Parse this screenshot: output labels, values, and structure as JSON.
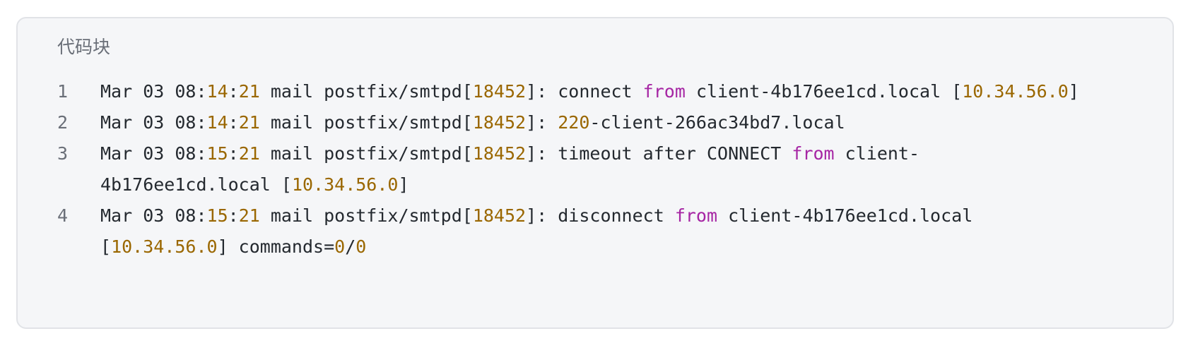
{
  "code_block": {
    "title": "代码块",
    "lines": [
      {
        "number": "1",
        "tokens": [
          {
            "t": "Mar 03 08:",
            "k": "plain"
          },
          {
            "t": "14",
            "k": "num"
          },
          {
            "t": ":",
            "k": "plain"
          },
          {
            "t": "21",
            "k": "num"
          },
          {
            "t": " mail postfix/smtpd[",
            "k": "plain"
          },
          {
            "t": "18452",
            "k": "num"
          },
          {
            "t": "]: connect ",
            "k": "plain"
          },
          {
            "t": "from",
            "k": "kw"
          },
          {
            "t": " client-4b176ee1cd.local [",
            "k": "plain"
          },
          {
            "t": "10.34.56.0",
            "k": "num"
          },
          {
            "t": "]",
            "k": "plain"
          }
        ]
      },
      {
        "number": "2",
        "tokens": [
          {
            "t": "Mar 03 08:",
            "k": "plain"
          },
          {
            "t": "14",
            "k": "num"
          },
          {
            "t": ":",
            "k": "plain"
          },
          {
            "t": "21",
            "k": "num"
          },
          {
            "t": " mail postfix/smtpd[",
            "k": "plain"
          },
          {
            "t": "18452",
            "k": "num"
          },
          {
            "t": "]: ",
            "k": "plain"
          },
          {
            "t": "220",
            "k": "num"
          },
          {
            "t": "-client-266ac34bd7.local",
            "k": "plain"
          }
        ]
      },
      {
        "number": "3",
        "tokens": [
          {
            "t": "Mar 03 08:",
            "k": "plain"
          },
          {
            "t": "15",
            "k": "num"
          },
          {
            "t": ":",
            "k": "plain"
          },
          {
            "t": "21",
            "k": "num"
          },
          {
            "t": " mail postfix/smtpd[",
            "k": "plain"
          },
          {
            "t": "18452",
            "k": "num"
          },
          {
            "t": "]: timeout after CONNECT ",
            "k": "plain"
          },
          {
            "t": "from",
            "k": "kw"
          },
          {
            "t": " client-4b176ee1cd.local [",
            "k": "plain"
          },
          {
            "t": "10.34.56.0",
            "k": "num"
          },
          {
            "t": "]",
            "k": "plain"
          }
        ]
      },
      {
        "number": "4",
        "tokens": [
          {
            "t": "Mar 03 08:",
            "k": "plain"
          },
          {
            "t": "15",
            "k": "num"
          },
          {
            "t": ":",
            "k": "plain"
          },
          {
            "t": "21",
            "k": "num"
          },
          {
            "t": " mail postfix/smtpd[",
            "k": "plain"
          },
          {
            "t": "18452",
            "k": "num"
          },
          {
            "t": "]: disconnect ",
            "k": "plain"
          },
          {
            "t": "from",
            "k": "kw"
          },
          {
            "t": " client-4b176ee1cd.local [",
            "k": "plain"
          },
          {
            "t": "10.34.56.0",
            "k": "num"
          },
          {
            "t": "] commands=",
            "k": "plain"
          },
          {
            "t": "0",
            "k": "num"
          },
          {
            "t": "/",
            "k": "plain"
          },
          {
            "t": "0",
            "k": "num"
          }
        ]
      }
    ]
  },
  "colors": {
    "background": "#f5f6f8",
    "border": "#e1e3e7",
    "text": "#24292f",
    "line_number": "#6a6f78",
    "number_token": "#9a6700",
    "keyword_token": "#a626a4"
  }
}
